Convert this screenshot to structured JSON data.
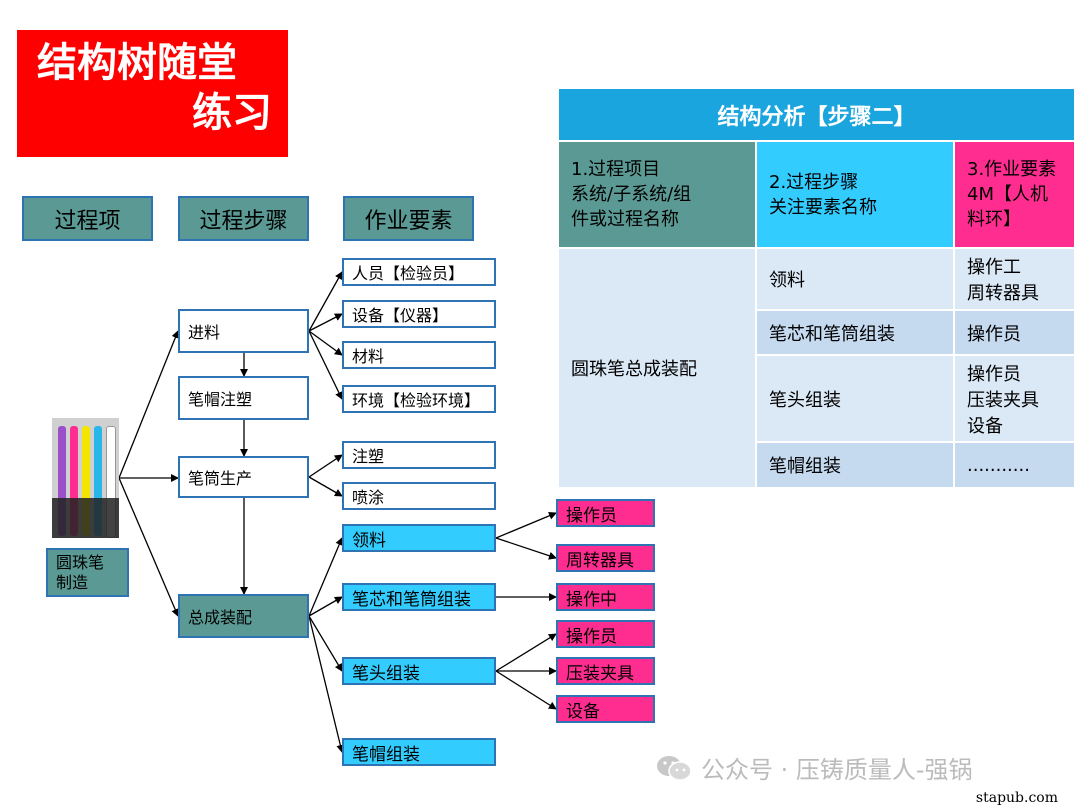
{
  "title": {
    "line1": "结构树随堂",
    "line2": "练习"
  },
  "headers": {
    "process_item": "过程项",
    "process_step": "过程步骤",
    "work_element": "作业要素"
  },
  "root": {
    "line1": "圆珠笔",
    "line2": "制造"
  },
  "steps": {
    "incoming": "进料",
    "cap_molding": "笔帽注塑",
    "barrel_production": "笔筒生产",
    "final_assembly": "总成装配"
  },
  "incoming_elements": [
    "人员【检验员】",
    "设备【仪器】",
    "材料",
    "环境【检验环境】"
  ],
  "barrel_elements": [
    "注塑",
    "喷涂"
  ],
  "assembly_substeps": [
    "领料",
    "笔芯和笔筒组装",
    "笔头组装",
    "笔帽组装"
  ],
  "assembly_elements": {
    "material_pick": [
      "操作员",
      "周转器具"
    ],
    "refill_barrel": [
      "操作中"
    ],
    "tip_assembly": [
      "操作员",
      "压装夹具",
      "设备"
    ]
  },
  "table": {
    "title": "结构分析【步骤二】",
    "col1": [
      "1.过程项目",
      "系统/子系统/组",
      "件或过程名称"
    ],
    "col2": [
      "2.过程步骤",
      "关注要素名称"
    ],
    "col3": [
      "3.作业要素",
      "4M【人机料环】"
    ],
    "item": "圆珠笔总成装配",
    "rows": [
      {
        "step": "领料",
        "elements": [
          "操作工",
          "周转器具"
        ]
      },
      {
        "step": "笔芯和笔筒组装",
        "elements": [
          "操作员"
        ]
      },
      {
        "step": "笔头组装",
        "elements": [
          "操作员",
          "压装夹具",
          "设备"
        ]
      },
      {
        "step": "笔帽组装",
        "elements": [
          "..........."
        ]
      }
    ]
  },
  "watermark": "公众号 · 压铸质量人-强锅",
  "site": "stapub.com",
  "colors": {
    "red": "#ff0000",
    "teal": "#5b9a94",
    "cyan": "#33ccff",
    "pink": "#ff2d8f",
    "border": "#2e74b5",
    "table_title": "#1ba5de"
  },
  "pen_colors": [
    "#9b4fc8",
    "#ff2d8f",
    "#f2e600",
    "#29b6e8",
    "#ffffff"
  ]
}
